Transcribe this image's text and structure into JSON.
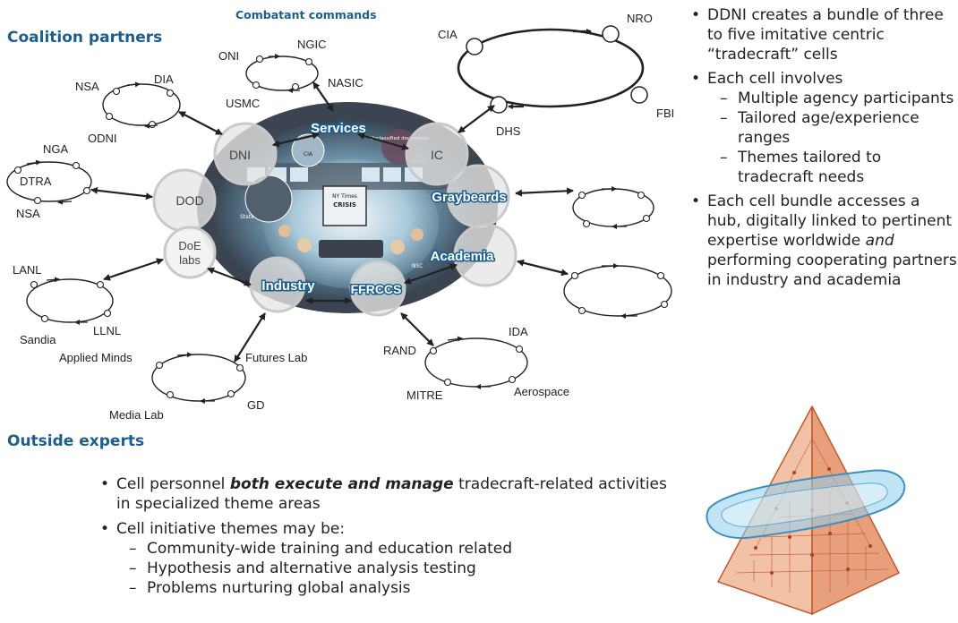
{
  "headings": {
    "coalition": "Coalition partners",
    "combatant": "Combatant commands",
    "outside": "Outside experts"
  },
  "hubs": {
    "services": "Services",
    "dni": "DNI",
    "ic": "IC",
    "dod": "DOD",
    "graybeards": "Graybeards",
    "doe_line1": "DoE",
    "doe_line2": "labs",
    "academia": "Academia",
    "industry": "Industry",
    "ffrccs": "FFRCCS"
  },
  "photo_text": {
    "cia": "CIA",
    "unclassified": "Unclassified documents",
    "ny_times": "NY Times",
    "crisis": "CRISIS",
    "state": "State",
    "nsc": "NSC"
  },
  "satellites": {
    "oni": "ONI",
    "ngic": "NGIC",
    "usmc": "USMC",
    "nasic": "NASIC",
    "nsa_top": "NSA",
    "dia": "DIA",
    "odni": "ODNI",
    "nga": "NGA",
    "dtra": "DTRA",
    "nsa_left": "NSA",
    "cia": "CIA",
    "nro": "NRO",
    "fbi": "FBI",
    "dhs": "DHS",
    "lanl": "LANL",
    "llnl": "LLNL",
    "sandia": "Sandia",
    "applied_minds": "Applied Minds",
    "futures_lab": "Futures Lab",
    "media_lab": "Media Lab",
    "gd": "GD",
    "rand": "RAND",
    "ida": "IDA",
    "mitre": "MITRE",
    "aerospace": "Aerospace"
  },
  "right_bullets": {
    "b1": "DDNI creates a bundle of three to five imitative centric “tradecraft” cells",
    "b2": "Each cell involves",
    "b2_subs": [
      "Multiple agency participants",
      "Tailored age/experience ranges",
      "Themes tailored to tradecraft needs"
    ],
    "b3_part1": "Each cell bundle accesses a hub, digitally linked to pertinent expertise worldwide ",
    "b3_em": "and",
    "b3_part2": " performing cooperating partners in industry and academia"
  },
  "bottom_bullets": {
    "b1_pre": "Cell personnel ",
    "b1_em": "both execute and manage",
    "b1_post": " tradecraft-related activities in specialized theme areas",
    "b2": "Cell initiative themes may be:",
    "b2_subs": [
      "Community-wide training and education related",
      "Hypothesis and alternative analysis testing",
      "Problems nurturing global analysis"
    ]
  },
  "colors": {
    "heading": "#1b5f8c",
    "hub_label": "#ffffff",
    "hub_fill": "#e8e8e8",
    "pyramid": "#d9663a",
    "halo": "#6fb6e0"
  }
}
